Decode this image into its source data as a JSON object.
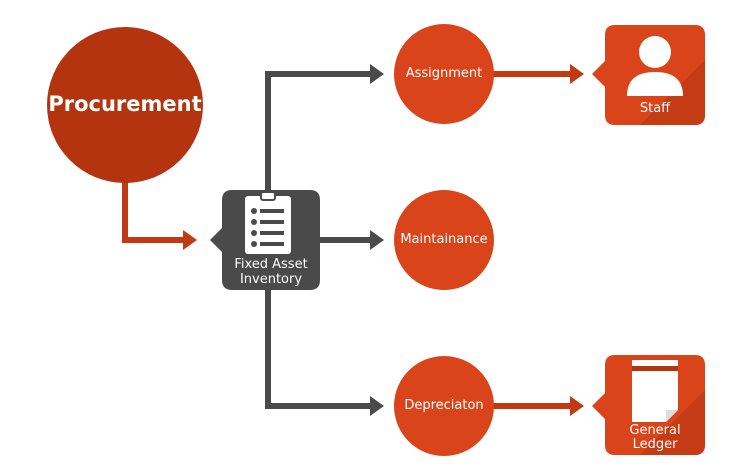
{
  "nodes": {
    "procurement": "Procurement",
    "inventory": {
      "line1": "Fixed Asset",
      "line2": "Inventory"
    },
    "assignment": "Assignment",
    "maintenance": "Maintainance",
    "depreciation": "Depreciaton",
    "staff": "Staff",
    "ledger": {
      "line1": "General",
      "line2": "Ledger"
    }
  },
  "icons": {
    "inventory": "clipboard-list-icon",
    "staff": "user-icon",
    "ledger": "document-icon"
  },
  "colors": {
    "orange": "#d9441a",
    "orange_dark": "#b53410",
    "charcoal": "#4a4a4a",
    "connector_dark": "#4a4a4a",
    "connector_orange": "#c23a14",
    "white": "#ffffff"
  }
}
